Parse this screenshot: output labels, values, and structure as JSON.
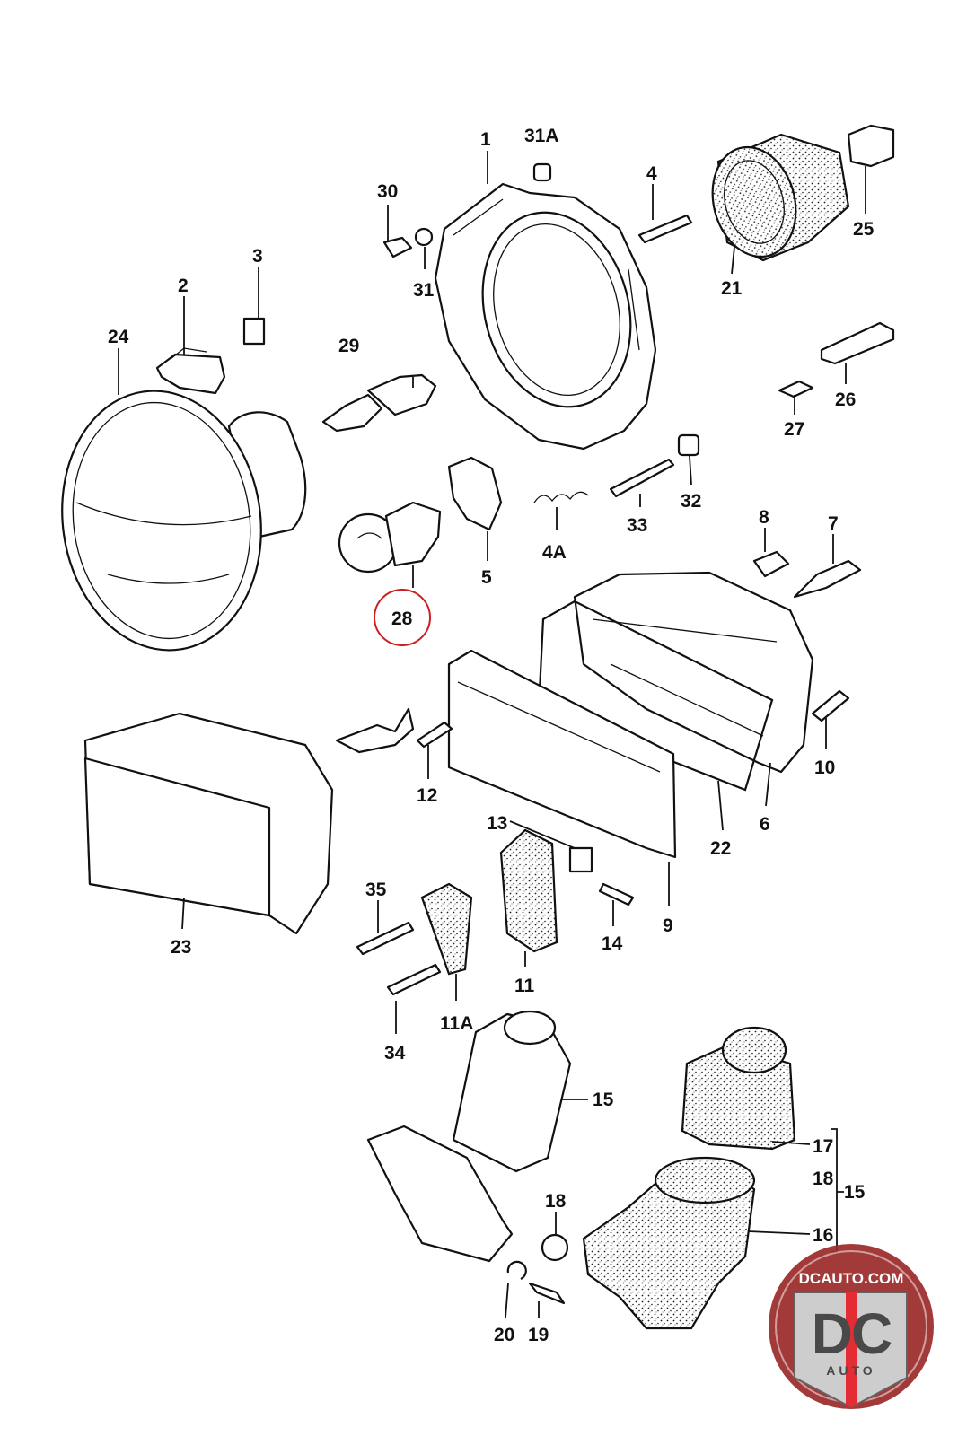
{
  "diagram": {
    "callouts": [
      "1",
      "31A",
      "4",
      "25",
      "30",
      "31",
      "21",
      "3",
      "2",
      "24",
      "29",
      "26",
      "27",
      "32",
      "33",
      "4A",
      "5",
      "28",
      "8",
      "7",
      "10",
      "12",
      "23",
      "22",
      "6",
      "9",
      "13",
      "14",
      "35",
      "11",
      "34",
      "11A",
      "15",
      "17",
      "18",
      "15",
      "16",
      "18",
      "20",
      "19"
    ],
    "highlighted_callout": "28",
    "highlight_color": "#cc1f1f"
  },
  "logo": {
    "site": "DCAUTO.COM",
    "letters": "DC",
    "word": "AUTO",
    "colors": [
      "#9c2a2a",
      "#c9c9c9",
      "#e11b22"
    ]
  }
}
